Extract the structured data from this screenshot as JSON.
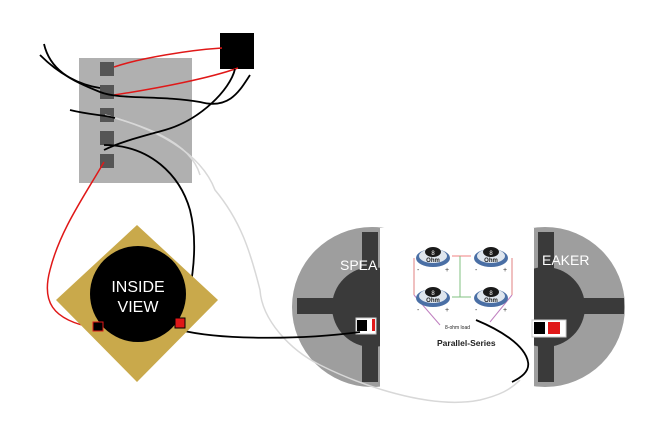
{
  "labels": {
    "inside_view_line1": "INSIDE",
    "inside_view_line2": "VIEW",
    "left_speaker_label": "SPEA",
    "right_speaker_label": "EAKER",
    "load_caption": "8-ohm load",
    "config_caption": "Parallel-Series",
    "speaker_ohm_value": "8",
    "speaker_ohm_unit": "Ohm"
  },
  "wire_colors": {
    "positive": "#e01818",
    "negative": "#000000",
    "speaker_wire": "#d8d8d8"
  },
  "icons": [
    "terminal-block-icon",
    "amplifier-box-icon",
    "speaker-icon"
  ]
}
